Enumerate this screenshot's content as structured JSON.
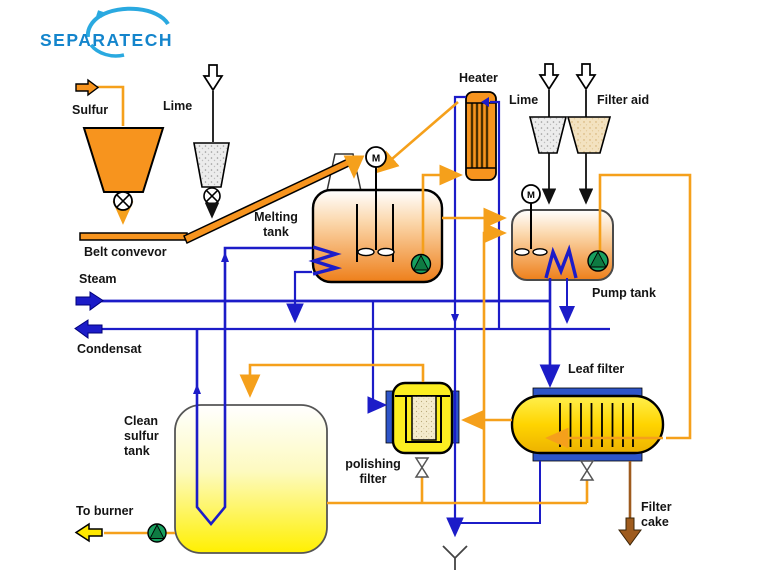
{
  "logo": {
    "text": "SEPARATECH"
  },
  "labels": {
    "sulfur": "Sulfur",
    "lime_left": "Lime",
    "belt_conveyor": "Belt convevor",
    "melting_tank": "Melting\ntank",
    "heater": "Heater",
    "lime_right": "Lime",
    "filter_aid": "Filter aid",
    "pump_tank": "Pump tank",
    "steam": "Steam",
    "condensat": "Condensat",
    "clean_sulfur_tank": "Clean\nsulfur\ntank",
    "polishing_filter": "polishing\nfilter",
    "leaf_filter": "Leaf filter",
    "filter_cake": "Filter\ncake",
    "to_burner": "To burner",
    "motor": "M"
  },
  "colors": {
    "equipment_orange": "#F7941E",
    "pipe_orange": "#F5A01B",
    "pipe_blue": "#1C1CC8",
    "flange_blue": "#2E55C8",
    "tank_yellow": "#FFF000",
    "leaf_gold": "#EDB200",
    "pump_green": "#17A05F",
    "cake_brown": "#9E5B1E",
    "logo_blue": "#1485CC"
  }
}
